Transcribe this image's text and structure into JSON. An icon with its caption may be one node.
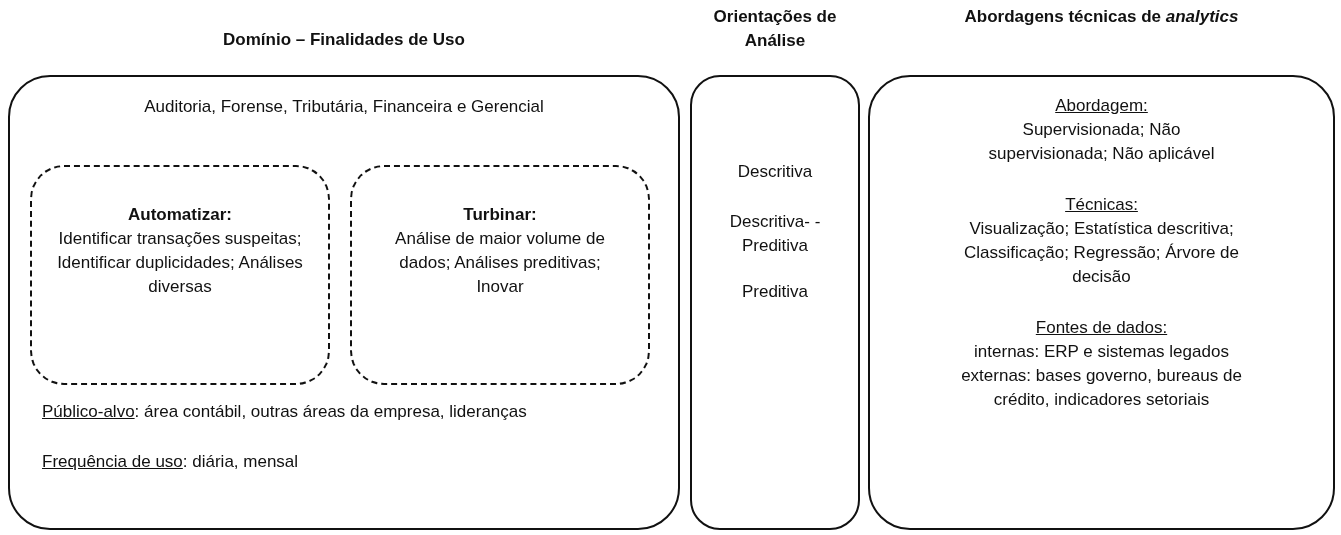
{
  "diagram": {
    "nodes": [
      {
        "text": [
          "Domínio – Finalidades de Uso",
          "Auditoria, Forense, Tributária, Financeira e Gerencial",
          "Público-alvo: área contábil, outras áreas da empresa, lideranças",
          "Frequência de uso: diária, mensal"
        ]
      },
      {
        "text": [
          "Automatizar:",
          "Identificar transações suspeitas; Identificar duplicidades; Análises diversas"
        ],
        "in": 0
      },
      {
        "text": [
          "Turbinar:",
          "Análise de maior volume de dados; Análises preditivas; Inovar"
        ],
        "in": 0
      },
      {
        "text": [
          "Orientações de Análise",
          "Descritiva",
          "Descritiva- -Preditiva",
          "Preditiva"
        ]
      },
      {
        "text": [
          "Abordagens técnicas de *analytics*",
          "Abordagem:",
          "Supervisionada; Não supervisionada; Não aplicável",
          "Técnicas:",
          "Visualização; Estatística descritiva; Classificação; Regressão; Árvore de decisão",
          "Fontes de dados:",
          "internas: ERP e sistemas legados",
          "externas: bases governo, bureaus de crédito, indicadores setoriais"
        ]
      }
    ]
  }
}
